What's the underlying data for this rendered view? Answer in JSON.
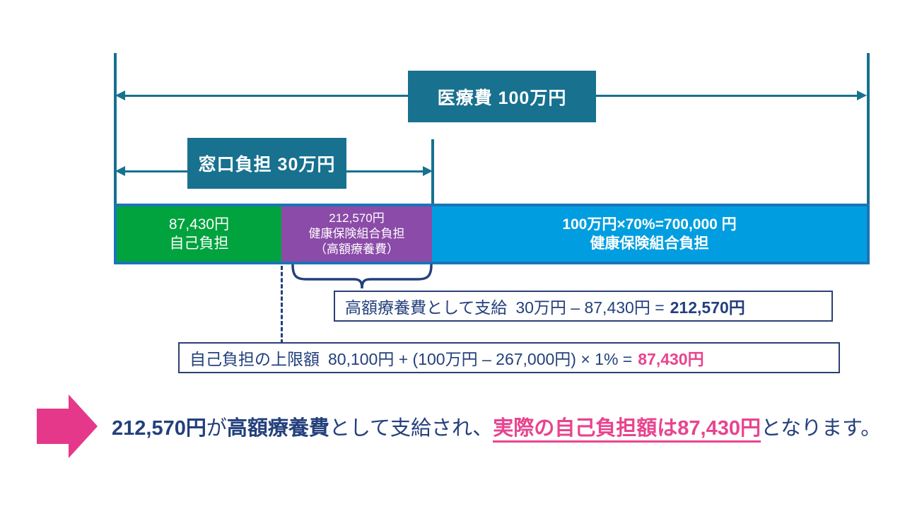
{
  "colors": {
    "teal": "#17718f",
    "bar_border": "#1b74b8",
    "green": "#00a33e",
    "purple": "#8b4ba8",
    "light_blue": "#009ee0",
    "navy": "#24407c",
    "pink": "#e8448f"
  },
  "diagram": {
    "total_bracket": {
      "label": "医療費 100万円"
    },
    "window_bracket": {
      "label": "窓口負担 30万円"
    },
    "bar": {
      "self_pay": {
        "line1": "87,430円",
        "line2": "自己負担"
      },
      "insurance_refund": {
        "line1": "212,570円",
        "line2": "健康保険組合負担",
        "line3": "（高額療養費）"
      },
      "insurance_share": {
        "line1": "100万円×70%=700,000 円",
        "line2": "健康保険組合負担"
      }
    },
    "formula_refund": {
      "prefix": "高額療養費として支給",
      "body": "30万円 – 87,430円 =",
      "result": "212,570円"
    },
    "formula_cap": {
      "prefix": "自己負担の上限額",
      "body": "80,100円 + (100万円 – 267,000円) × 1% =",
      "result": "87,430円"
    },
    "conclusion": {
      "amount": "212,570円",
      "particle1": "が",
      "term": "高額療養費",
      "middle": "として支給され、",
      "highlight": "実際の自己負担額は87,430円",
      "ending": "となります。"
    }
  }
}
